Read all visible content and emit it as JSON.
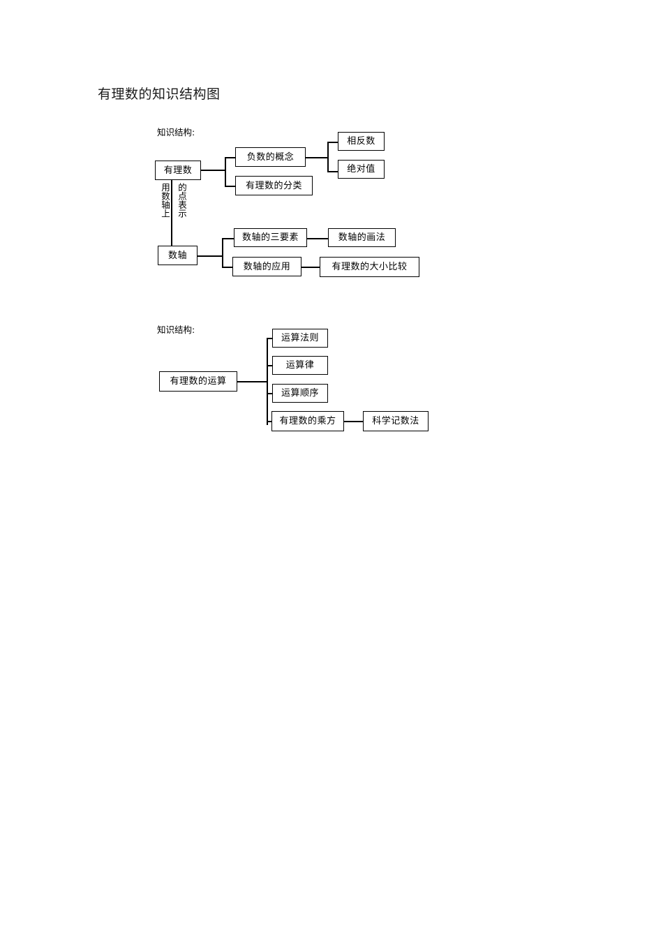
{
  "document": {
    "title": "有理数的知识结构图"
  },
  "diagrams": [
    {
      "id": "diagram-1",
      "label": "知识结构:",
      "root": "有理数",
      "nodes": {
        "rational_number": "有理数",
        "negative_concept": "负数的概念",
        "rational_classification": "有理数的分类",
        "opposite_number": "相反数",
        "absolute_value": "绝对值",
        "number_axis": "数轴",
        "axis_three_elements": "数轴的三要素",
        "axis_drawing": "数轴的画法",
        "axis_application": "数轴的应用",
        "rational_comparison": "有理数的大小比较"
      },
      "link_caption": {
        "left_column": "用数轴上",
        "right_column": "的点表示"
      },
      "edges": [
        [
          "rational_number",
          "negative_concept"
        ],
        [
          "rational_number",
          "rational_classification"
        ],
        [
          "negative_concept",
          "opposite_number"
        ],
        [
          "negative_concept",
          "absolute_value"
        ],
        [
          "rational_number",
          "number_axis"
        ],
        [
          "number_axis",
          "axis_three_elements"
        ],
        [
          "number_axis",
          "axis_application"
        ],
        [
          "axis_three_elements",
          "axis_drawing"
        ],
        [
          "axis_application",
          "rational_comparison"
        ]
      ]
    },
    {
      "id": "diagram-2",
      "label": "知识结构:",
      "root": "有理数的运算",
      "nodes": {
        "rational_operations": "有理数的运算",
        "operation_rules": "运算法则",
        "operation_laws": "运算律",
        "operation_order": "运算顺序",
        "rational_power": "有理数的乘方",
        "scientific_notation": "科学记数法"
      },
      "edges": [
        [
          "rational_operations",
          "operation_rules"
        ],
        [
          "rational_operations",
          "operation_laws"
        ],
        [
          "rational_operations",
          "operation_order"
        ],
        [
          "rational_operations",
          "rational_power"
        ],
        [
          "rational_power",
          "scientific_notation"
        ]
      ]
    }
  ],
  "colors": {
    "ink": "#000000",
    "page": "#ffffff"
  }
}
